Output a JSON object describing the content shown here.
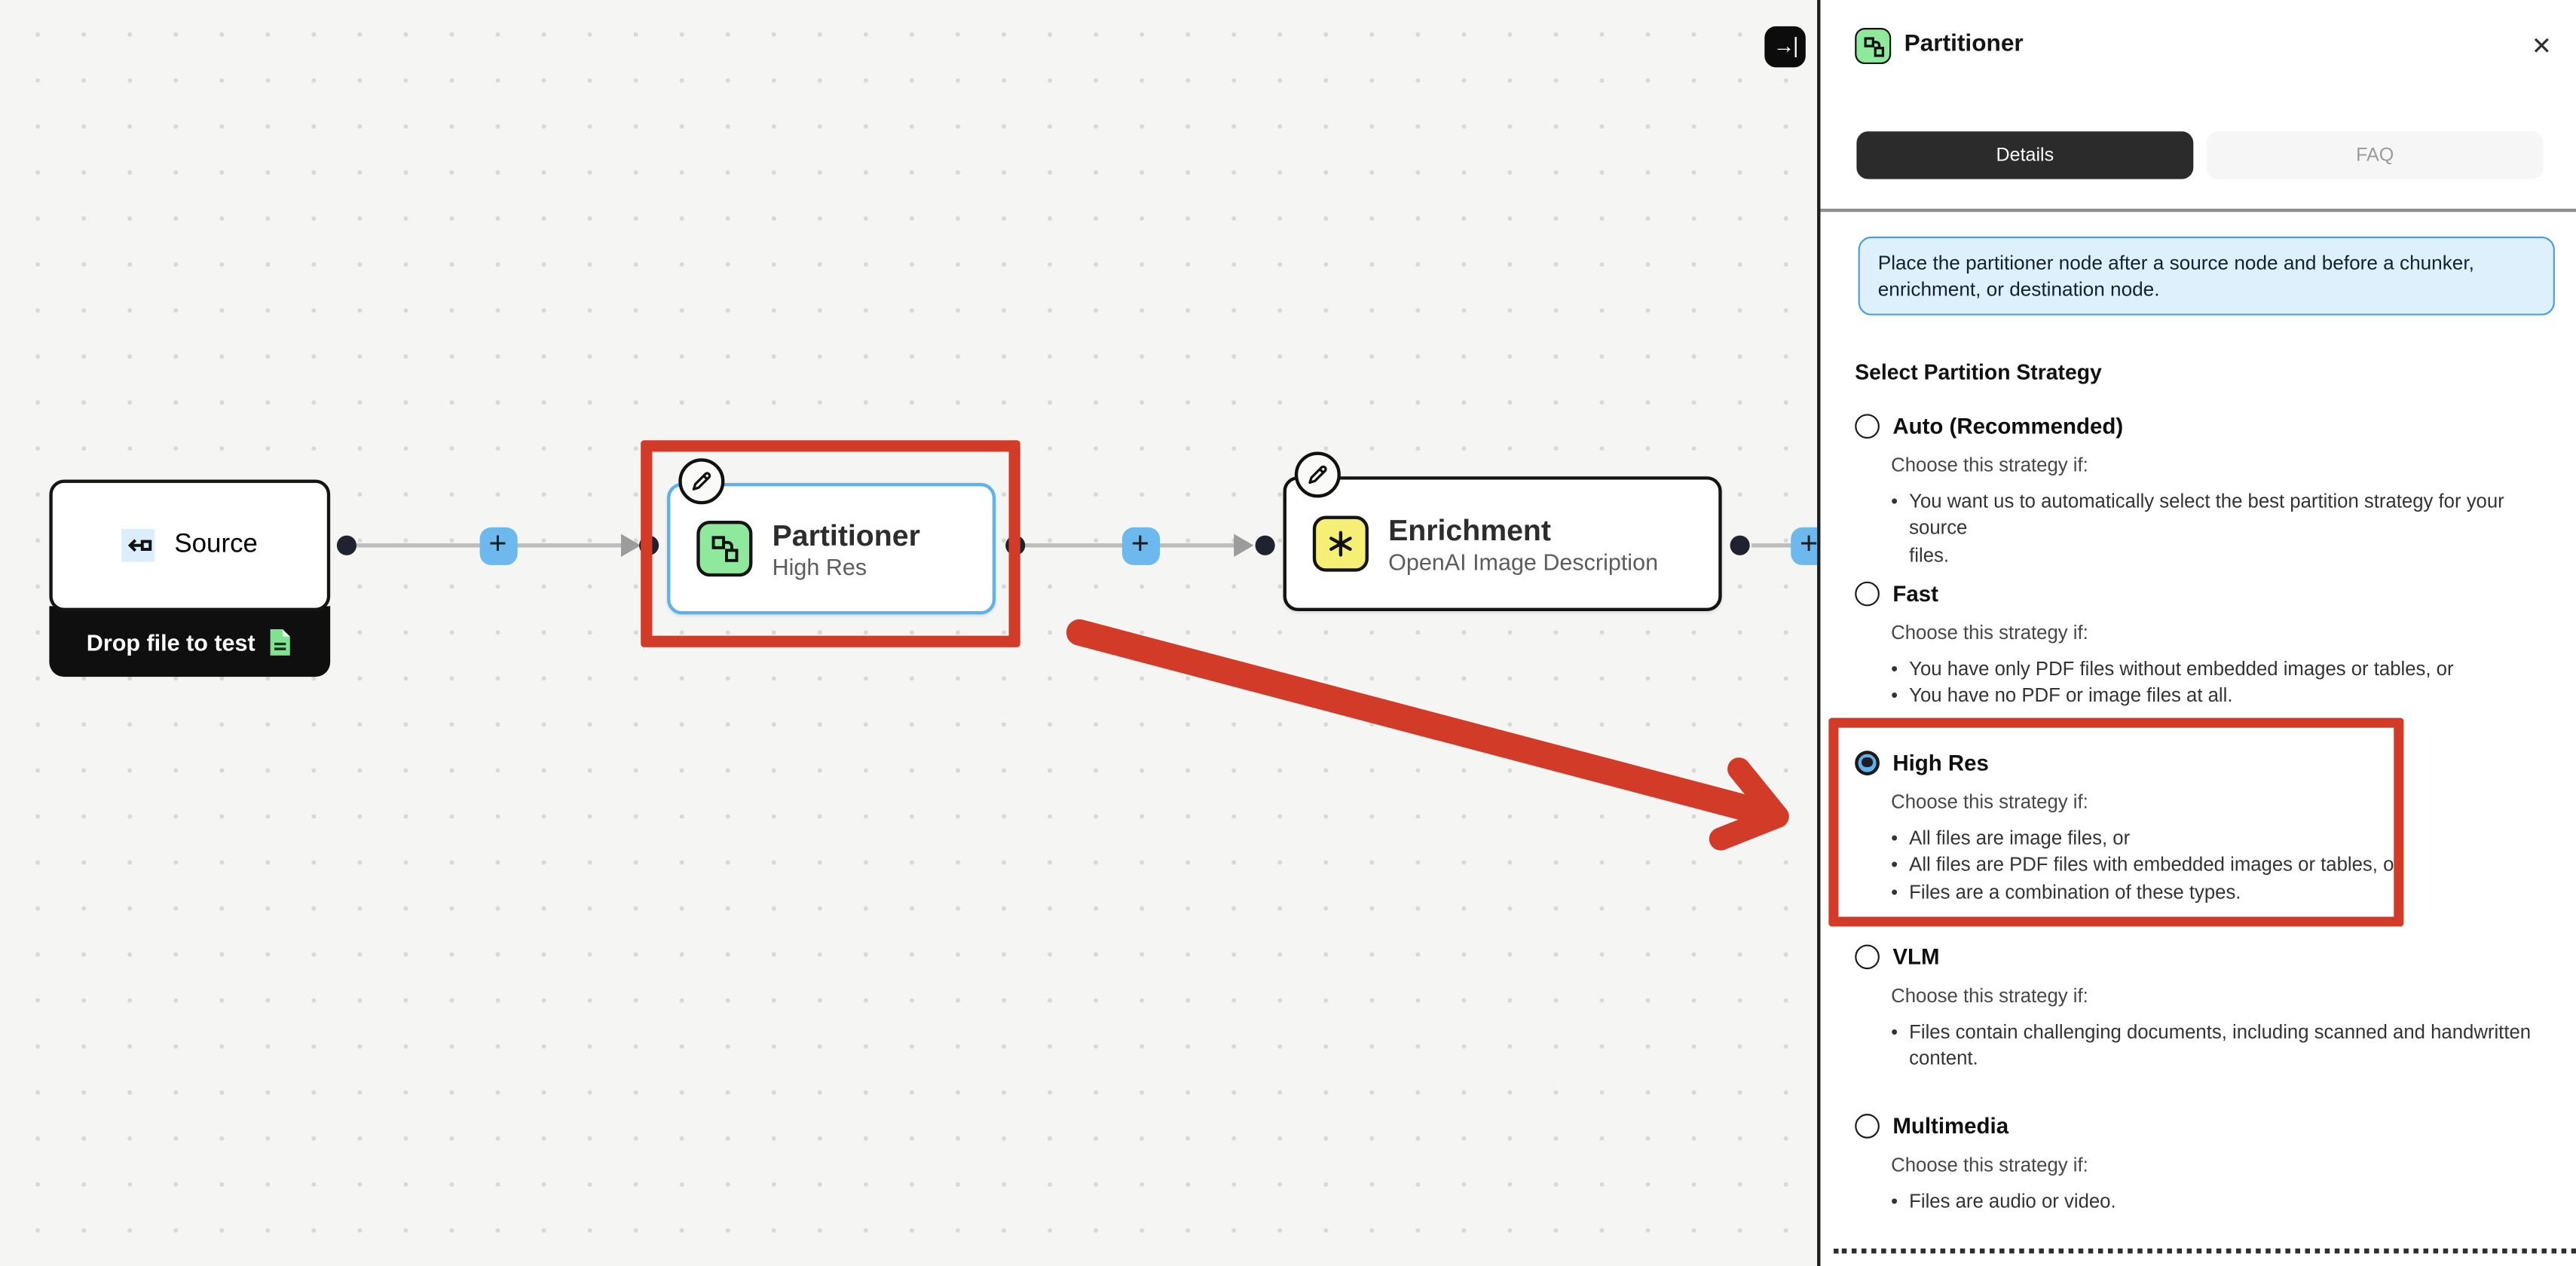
{
  "canvas": {
    "collapse_icon": "→|",
    "plus_icon": "+",
    "nodes": {
      "source": {
        "title": "Source",
        "badge": "Drop file to test"
      },
      "partitioner": {
        "title": "Partitioner",
        "subtitle": "High Res"
      },
      "enrichment": {
        "title": "Enrichment",
        "subtitle": "OpenAI Image Description"
      }
    }
  },
  "panel": {
    "title": "Partitioner",
    "close_icon": "✕",
    "tabs": [
      {
        "label": "Details",
        "active": true
      },
      {
        "label": "FAQ",
        "active": false
      }
    ],
    "info": "Place the partitioner node after a source node and before a chunker,\nenrichment, or destination node.",
    "strategy_heading": "Select Partition Strategy",
    "choose_prompt": "Choose this strategy if:",
    "strategies": [
      {
        "label": "Auto (Recommended)",
        "selected": false,
        "bullets": [
          "You want us to automatically select the best partition strategy for your source\nfiles."
        ]
      },
      {
        "label": "Fast",
        "selected": false,
        "bullets": [
          "You have only PDF files without embedded images or tables, or",
          "You have no PDF or image files at all."
        ]
      },
      {
        "label": "High Res",
        "selected": true,
        "bullets": [
          "All files are image files, or",
          "All files are PDF files with embedded images or tables, or",
          "Files are a combination of these types."
        ]
      },
      {
        "label": "VLM",
        "selected": false,
        "bullets": [
          "Files contain challenging documents, including scanned and handwritten\ncontent."
        ]
      },
      {
        "label": "Multimedia",
        "selected": false,
        "bullets": [
          "Files are audio or video."
        ]
      }
    ]
  },
  "colors": {
    "annotation_red": "#d23b28",
    "selected_node_border": "#5db2e9",
    "plus_button_blue": "#6db8ec",
    "partitioner_green": "#8fe99d",
    "enrichment_yellow": "#f6ef76",
    "source_blue": "#dbeefb",
    "info_box_bg": "#def0fb",
    "info_box_border": "#4c9fd6",
    "active_tab_bg": "#2b2b2b"
  }
}
